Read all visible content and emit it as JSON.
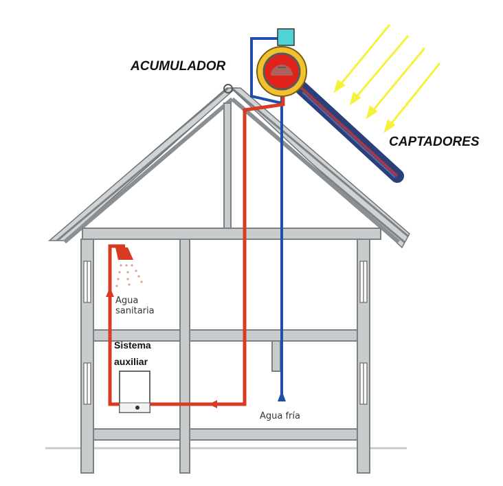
{
  "labels": {
    "accumulator": "ACUMULADOR",
    "collectors": "CAPTADORES",
    "sanitary_water_line1": "Agua",
    "sanitary_water_line2": "sanitaria",
    "auxiliary_system_line1": "Sistema",
    "auxiliary_system_line2": "auxiliar",
    "cold_water": "Agua fría"
  },
  "colors": {
    "hot_pipe": "#d93a22",
    "cold_pipe": "#1f4fa8",
    "sun_rays": "#f5f23a",
    "tank_ring": "#f2c12e",
    "tank_core": "#e0231a",
    "expansion_vessel": "#4fd3d6",
    "collector_body": "#2b3f7a",
    "structure": "#8a8f93",
    "structure_light": "#c9cccd"
  },
  "icons": [
    "sun-rays-icon",
    "shower-head-icon",
    "flow-arrow-icon",
    "boiler-icon"
  ]
}
